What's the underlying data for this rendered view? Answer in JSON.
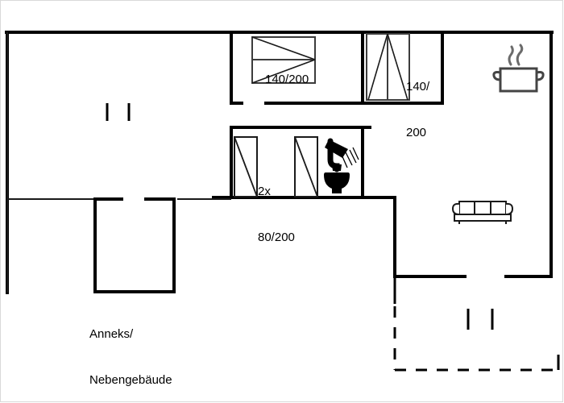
{
  "plan": {
    "title": "Floor plan",
    "rooms": {
      "bedroom_left": {
        "name": "bedroom-left",
        "bed_label": "140/200"
      },
      "bedroom_right": {
        "name": "bedroom-right",
        "bed_label_line1": "140/",
        "bed_label_line2": "200"
      },
      "bedroom_bunk": {
        "name": "bedroom-bunk",
        "bed_label_line1": "2x",
        "bed_label_line2": "80/200"
      },
      "kitchen": {
        "name": "kitchen",
        "icon": "cooking-pot-icon"
      },
      "living_room": {
        "name": "living-room",
        "icon": "sofa-icon"
      },
      "bathroom": {
        "name": "bathroom",
        "icons": [
          "shower-icon",
          "toilet-icon"
        ]
      },
      "annex": {
        "name": "annex",
        "label_line1": "Anneks/",
        "label_line2": "Nebengebäude"
      },
      "terrace": {
        "name": "terrace",
        "boundary": "dashed"
      }
    },
    "labels": [
      "140/200",
      "140/",
      "200",
      "2x",
      "80/200",
      "Anneks/",
      "Nebengebäude"
    ],
    "colors": {
      "wall": "#000000",
      "thin_line": "#4a4a4a",
      "background": "#ffffff",
      "frame": "#d9d9d9"
    }
  }
}
